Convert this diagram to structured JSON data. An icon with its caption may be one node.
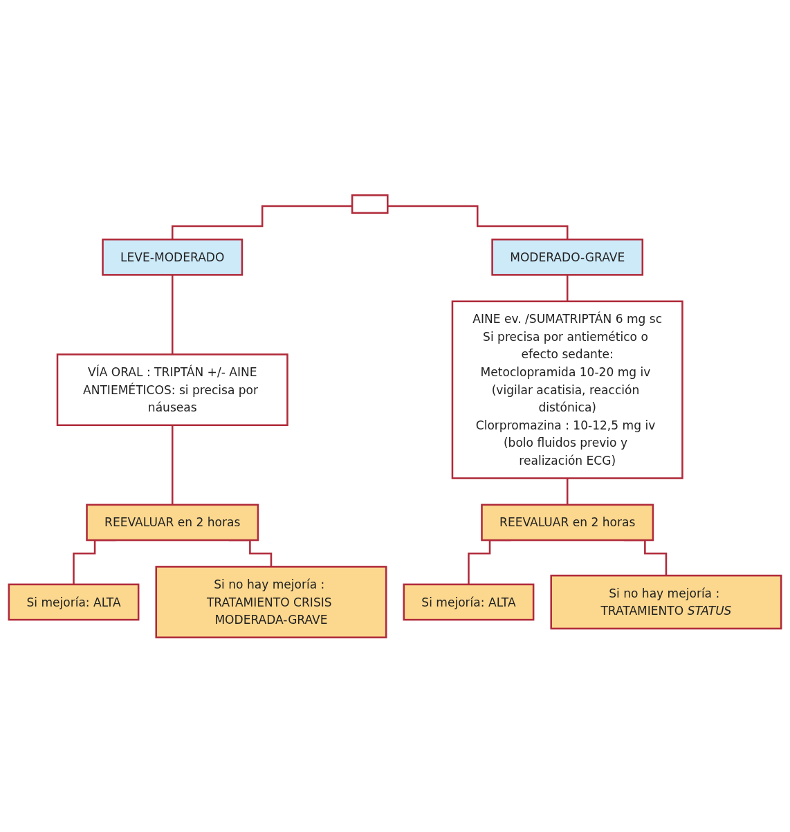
{
  "diagram": {
    "nodes": [
      {
        "text": [],
        "shape": "box"
      },
      {
        "text": [
          "LEVE-MODERADO"
        ]
      },
      {
        "text": [
          "MODERADO-GRAVE"
        ]
      },
      {
        "text": [
          "VÍA ORAL : TRIPTÁN +/- AINE",
          "ANTIEMÉTICOS: si precisa por náuseas"
        ]
      },
      {
        "text": [
          "AINE ev. /SUMATRIPTÁN 6 mg sc",
          "Si precisa por antiemético o efecto sedante:",
          "Metoclopramida 10-20 mg iv (vigilar acatisia, reacción distónica)",
          "Clorpromazina : 10-12,5 mg iv (bolo fluidos previo y realización ECG)"
        ]
      },
      {
        "text": [
          "REEVALUAR en 2 horas"
        ]
      },
      {
        "text": [
          "REEVALUAR en 2 horas"
        ]
      },
      {
        "text": [
          "Si mejoría: ALTA"
        ]
      },
      {
        "text": [
          "Si no hay mejoría : TRATAMIENTO CRISIS MODERADA-GRAVE"
        ]
      },
      {
        "text": [
          "Si mejoría: ALTA"
        ]
      },
      {
        "text": [
          "Si no hay mejoría : TRATAMIENTO *STATUS*"
        ]
      }
    ],
    "edges": [
      {
        "from": 0,
        "to": 1,
        "arrow": "none"
      },
      {
        "from": 0,
        "to": 2,
        "arrow": "none"
      },
      {
        "from": 1,
        "to": 3,
        "arrow": "none"
      },
      {
        "from": 2,
        "to": 4,
        "arrow": "none"
      },
      {
        "from": 3,
        "to": 5,
        "arrow": "none"
      },
      {
        "from": 4,
        "to": 6,
        "arrow": "none"
      },
      {
        "from": 5,
        "to": 7,
        "arrow": "none"
      },
      {
        "from": 5,
        "to": 8,
        "arrow": "none"
      },
      {
        "from": 6,
        "to": 9,
        "arrow": "none"
      },
      {
        "from": 6,
        "to": 10,
        "arrow": "none"
      }
    ]
  }
}
